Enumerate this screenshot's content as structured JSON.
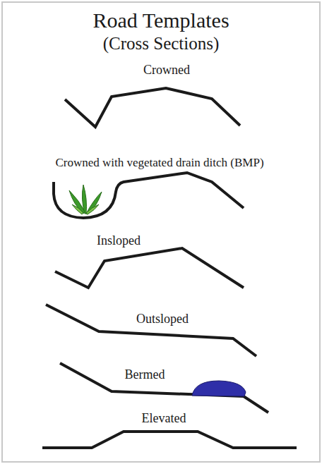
{
  "diagram": {
    "title": "Road Templates",
    "labels": [
      "(Cross Sections)",
      "Crowned",
      "Crowned with vegetated drain ditch (BMP)",
      "Insloped",
      "Outsloped",
      "Bermed",
      "Elevated"
    ]
  }
}
